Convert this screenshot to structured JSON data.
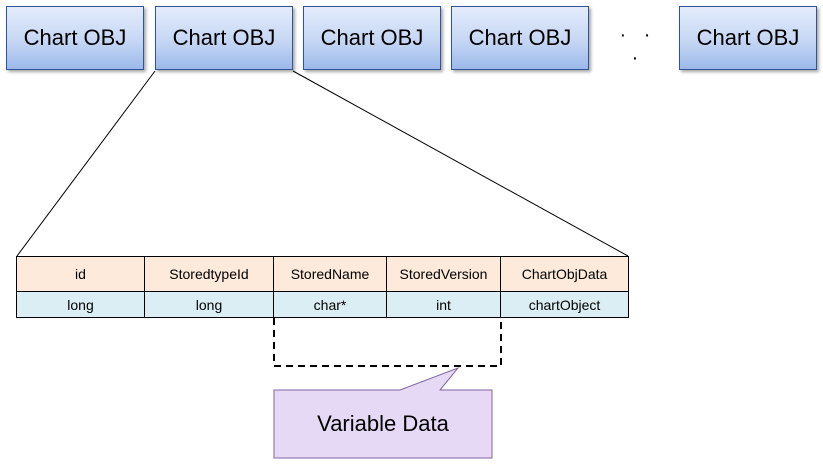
{
  "chart_objects": [
    {
      "label": "Chart OBJ"
    },
    {
      "label": "Chart OBJ"
    },
    {
      "label": "Chart OBJ"
    },
    {
      "label": "Chart OBJ"
    },
    {
      "label": "Chart OBJ"
    }
  ],
  "ellipsis": "· · ·",
  "record": {
    "fields": [
      {
        "name": "id",
        "type": "long"
      },
      {
        "name": "StoredtypeId",
        "type": "long"
      },
      {
        "name": "StoredName",
        "type": "char*"
      },
      {
        "name": "StoredVersion",
        "type": "int"
      },
      {
        "name": "ChartObjData",
        "type": "chartObject"
      }
    ]
  },
  "callout": {
    "label": "Variable Data"
  },
  "colors": {
    "object_fill": "#c6d7f4",
    "object_border": "#2f5597",
    "header_fill": "#fdeada",
    "type_fill": "#dbeef4",
    "callout_fill": "#e6d9f5",
    "callout_border": "#8064a2"
  }
}
